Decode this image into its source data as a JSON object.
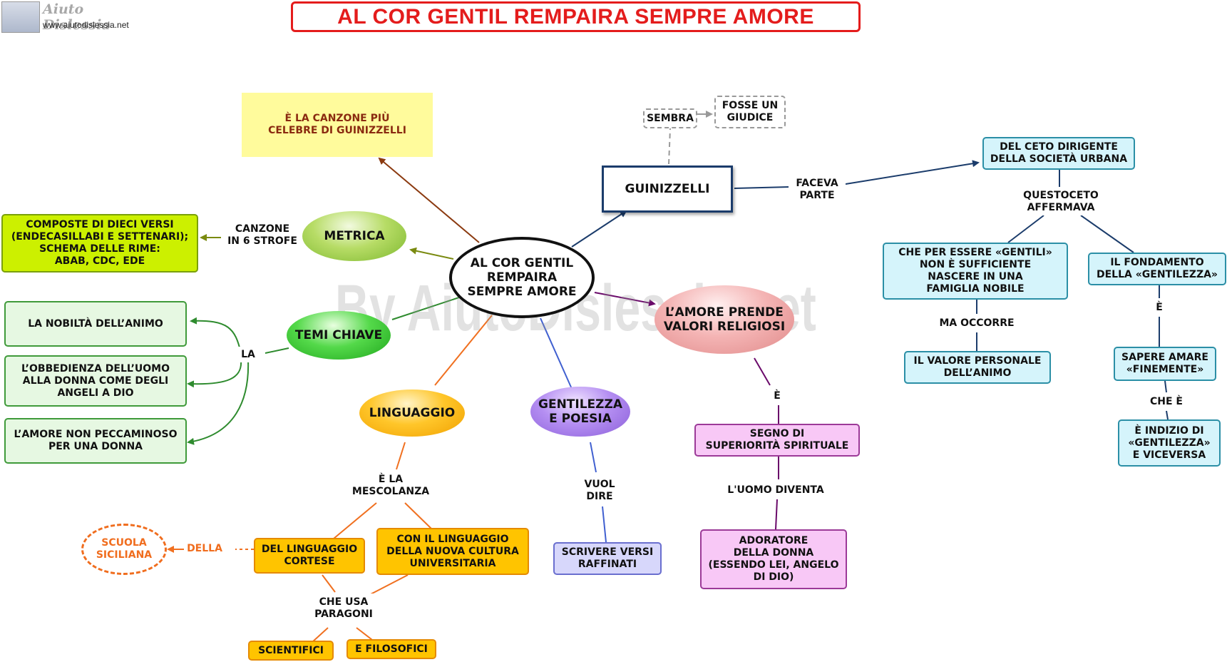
{
  "logo": {
    "name": "Aiuto Dislessia",
    "url": "www.aiutodislessia.net"
  },
  "title": "AL COR GENTIL REMPAIRA SEMPRE AMORE",
  "watermark": "By AiutoDislessia.net",
  "center": "AL COR GENTIL\nREMPAIRA\nSEMPRE AMORE",
  "canzone_celebre": "È LA CANZONE PIÙ\nCELEBRE DI GUINIZZELLI",
  "metrica": {
    "oval": "METRICA",
    "link": "CANZONE\nIN 6 STROFE",
    "box": "COMPOSTE DI DIECI VERSI\n(ENDECASILLABI E SETTENARI);\nSCHEMA DELLE RIME:\nABAB, CDC, EDE"
  },
  "temi": {
    "oval": "TEMI CHIAVE",
    "link": "LA",
    "items": [
      "LA NOBILTÀ DELL’ANIMO",
      "L’OBBEDIENZA DELL’UOMO\nALLA DONNA COME DEGLI\nANGELI A DIO",
      "L’AMORE NON PECCAMINOSO\nPER UNA DONNA"
    ]
  },
  "linguaggio": {
    "oval": "LINGUAGGIO",
    "link": "È LA\nMESCOLANZA",
    "cortese": "DEL LINGUAGGIO\nCORTESE",
    "universitaria": "CON IL LINGUAGGIO\nDELLA NUOVA CULTURA\nUNIVERSITARIA",
    "della": "DELLA",
    "scuola": "SCUOLA\nSICILIANA",
    "che_usa": "CHE USA\nPARAGONI",
    "scientifici": "SCIENTIFICI",
    "filosofici": "E FILOSOFICI"
  },
  "gentilezza": {
    "oval": "GENTILEZZA\nE POESIA",
    "link": "VUOL\nDIRE",
    "box": "SCRIVERE VERSI\nRAFFINATI"
  },
  "amore": {
    "oval": "L’AMORE PRENDE\nVALORI RELIGIOSI",
    "e": "È",
    "segno": "SEGNO DI\nSUPERIORITÀ SPIRITUALE",
    "link": "L'UOMO DIVENTA",
    "adoratore": "ADORATORE\nDELLA DONNA\n(ESSENDO LEI, ANGELO\nDI DIO)"
  },
  "guinizzelli": {
    "box": "GUINIZZELLI",
    "sembra": "SEMBRA",
    "giudice": "FOSSE UN\nGIUDICE",
    "faceva": "FACEVA\nPARTE",
    "ceto": "DEL CETO DIRIGENTE\nDELLA SOCIETÀ URBANA",
    "questo": "QUESTOCETO\nAFFERMAVA",
    "gentili": "CHE  PER ESSERE «GENTILI»\nNON È SUFFICIENTE\nNASCERE IN UNA\nFAMIGLIA NOBILE",
    "ma_occorre": "MA OCCORRE",
    "valore": "IL VALORE PERSONALE\nDELL’ANIMO",
    "fondamento": "IL FONDAMENTO\nDELLA «GENTILEZZA»",
    "e": "È",
    "sapere": "SAPERE AMARE\n«FINEMENTE»",
    "che_e": "CHE È",
    "indizio": "È INDIZIO DI\n«GENTILEZZA»\nE VICEVERSA"
  },
  "colors": {
    "title_red": "#e41c1c",
    "brown_arrow": "#8b3a10",
    "olive_arrow": "#7a8a10",
    "green_arrow": "#2e8b2e",
    "navy_arrow": "#1b3c6b",
    "purple_arrow": "#6a0a6a",
    "orange_line": "#f07020",
    "blue_line": "#4060d0"
  }
}
